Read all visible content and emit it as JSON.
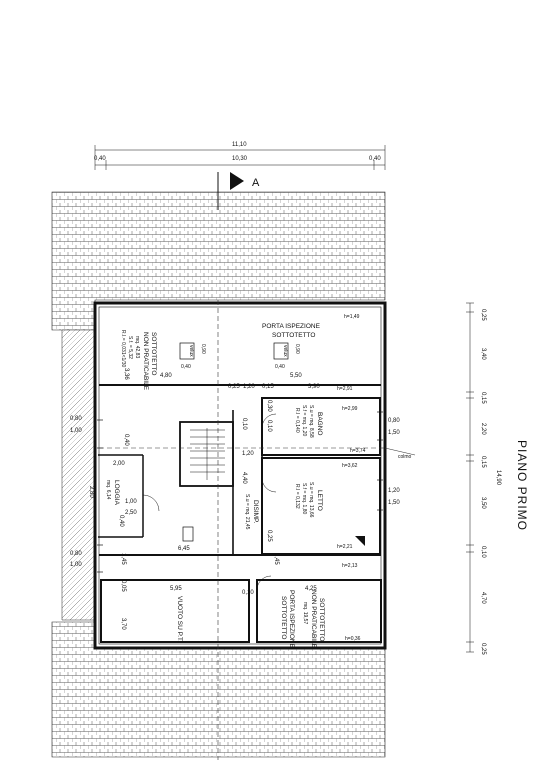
{
  "drawing": {
    "title": "PIANO PRIMO",
    "section_marker": "A",
    "colmo": "colmo"
  },
  "top_dims": {
    "overall": "11,10",
    "left_margin": "0,40",
    "inner": "10,30",
    "right_margin": "0,40"
  },
  "right_dims": {
    "total": "14,90",
    "segments": [
      "0,25",
      "3,40",
      "0,15",
      "2,20",
      "0,15",
      "3,50",
      "0,10",
      "4,70",
      "0,25"
    ]
  },
  "rooms": {
    "sottotetto_nw": {
      "name1": "SOTTOTETTO",
      "name2": "NON PRATICABILE",
      "area": "mq. 42,83",
      "su": "S.f. = 5,32",
      "ri": "R.I.= 0,031<1/30",
      "velux_label": "velux",
      "velux_w": "0,90",
      "velux_h": "0,40"
    },
    "porta_n": {
      "line1": "PORTA ISPEZIONE",
      "line2": "SOTTOTETTO",
      "velux_label": "velux",
      "velux_w": "0,90",
      "velux_h": "0,40"
    },
    "bagno": {
      "name": "BAGNO",
      "su": "S.u = mq. 8,58",
      "sf": "S.f = mq. 1,20",
      "ri": "R.I = 0,140"
    },
    "letto": {
      "name": "LETTO",
      "su": "S.u = mq. 13,66",
      "sf": "S.f = mq. 1,80",
      "ri": "R.I = 0,132"
    },
    "loggia": {
      "name": "LOGGIA",
      "area": "mq. 6,14"
    },
    "disimp": {
      "name": "DISIMP.",
      "area": "S.u = mq. 21,45"
    },
    "vuoto": {
      "name": "VUOTO SU P.T."
    },
    "sottotetto_se": {
      "door1": "PORTA ISPEZIONE",
      "door2": "SOTTOTETTO",
      "name1": "SOTTOTETTO",
      "name2": "NON PRATICABILE",
      "area": "mq. 19,57"
    }
  },
  "heights": [
    "h=1,49",
    "h=2,91",
    "h=2,99",
    "h=3,74",
    "h=3,62",
    "h=2,21",
    "h=2,13",
    "h=0,36"
  ],
  "interior_dims": {
    "d480": "4,80",
    "d550": "5,50",
    "d336": "3,36",
    "d025": "0,25",
    "d120a": "1,20",
    "d015": "0,15",
    "d390": "3,90",
    "d040a": "0,40",
    "d080a": "0,80",
    "d100a": "1,00",
    "d010a": "0,10",
    "d030": "0,30",
    "d010b": "0,10",
    "d120b": "1,20",
    "d200": "2,00",
    "d440": "4,40",
    "d280": "2,80",
    "d100b": "1,00",
    "d250": "2,50",
    "d040b": "0,40",
    "d025b": "0,25",
    "d645": "6,45",
    "d145a": "1,45",
    "d145b": "1,45",
    "d080b": "0,80",
    "d100c": "1,00",
    "d005": "0,05",
    "d595": "5,95",
    "d010c": "0,10",
    "d425": "4,25",
    "d370": "3,70",
    "d080c": "0,80",
    "d150a": "1,50",
    "d120c": "1,20",
    "d150b": "1,50"
  }
}
